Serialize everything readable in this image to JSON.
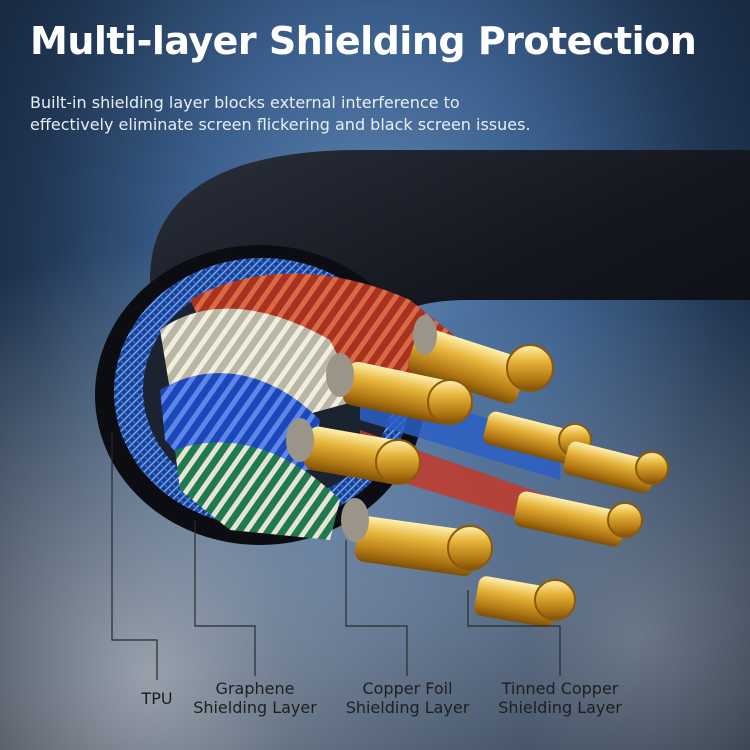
{
  "header": {
    "title": "Multi-layer Shielding Protection",
    "subtitle_line1": "Built-in shielding layer blocks external interference to",
    "subtitle_line2": "effectively eliminate screen flickering and black screen issues."
  },
  "callouts": [
    {
      "line1": "TPU",
      "line2": ""
    },
    {
      "line1": "Graphene",
      "line2": "Shielding Layer"
    },
    {
      "line1": "Copper Foil",
      "line2": "Shielding Layer"
    },
    {
      "line1": "Tinned Copper",
      "line2": "Shielding Layer"
    }
  ],
  "colors": {
    "background_top": "#3b5f8c",
    "braid_blue": "#2f6fc9",
    "gold": "#d9a021"
  }
}
